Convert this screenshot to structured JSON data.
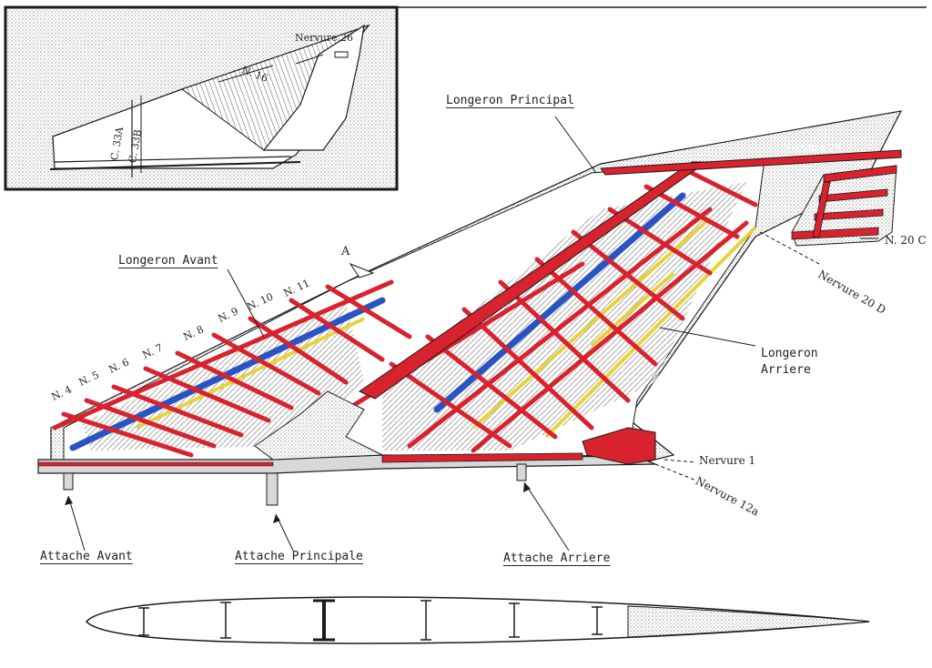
{
  "inset": {
    "nervure_26": "Nervure 26",
    "n16": "N. 16",
    "c33a": "C. 33A",
    "c33b": "C. 33B"
  },
  "labels": {
    "longeron_principal": "Longeron Principal",
    "longeron_avant": "Longeron Avant",
    "longeron_arriere_1": "Longeron",
    "longeron_arriere_2": "Arriere",
    "nervure_26": "Nervure 26",
    "n20c": "N. 20 C",
    "nervure_20d": "Nervure 20 D",
    "nervure_1": "Nervure 1",
    "nervure_12a": "Nervure 12a",
    "point_a": "A",
    "attache_avant": "Attache Avant",
    "attache_principale": "Attache Principale",
    "attache_arriere": "Attache Arriere",
    "rib_numbers": [
      "N. 4",
      "N. 5",
      "N. 6",
      "N. 7",
      "N. 8",
      "N. 9",
      "N. 10",
      "N. 11"
    ]
  },
  "colors": {
    "spar_red": "#d8232e",
    "stiffener_blue": "#2a53c4",
    "stringer_yellow": "#e8d23a",
    "outline": "#1a1a1a",
    "stipple": "#cfcfcf"
  }
}
